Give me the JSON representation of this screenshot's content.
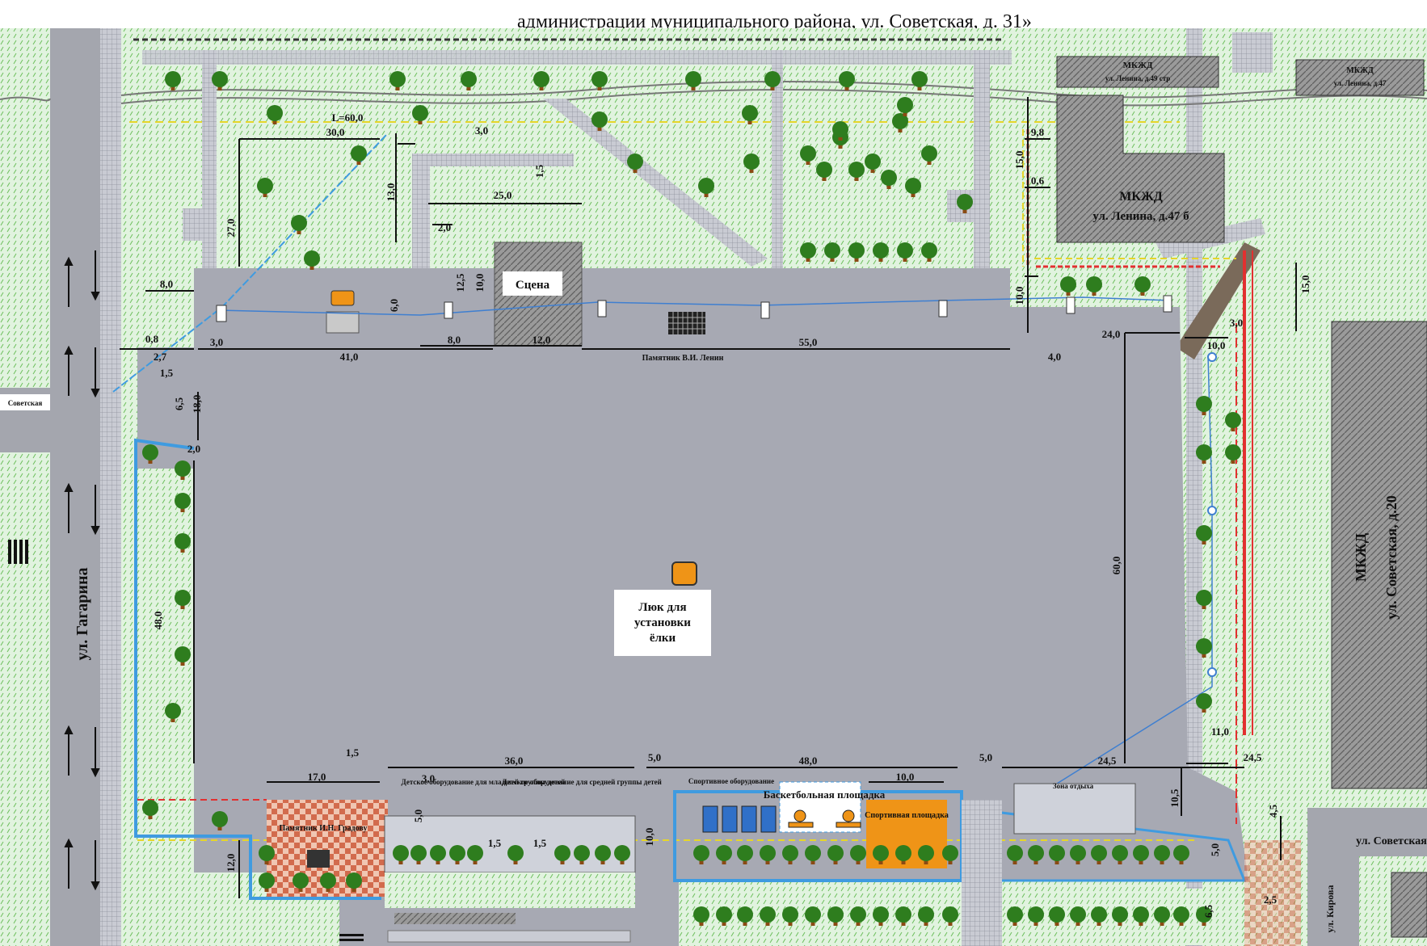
{
  "header": {
    "text": "администрации муниципального района, ул. Советская, д. 31»"
  },
  "labels": {
    "stage": "Сцена",
    "lenin_monument": "Памятник В.И. Ленин",
    "hatch": [
      "Люк для",
      "установки",
      "ёлки"
    ],
    "gagarin_street": "ул. Гагарина",
    "sovetskaya_left": "Советская",
    "sovetskaya_right": "ул. Советская",
    "kirova": "ул. Кирова",
    "mkzhd": "МКЖД",
    "mkzhd_lenina_47": "ул. Ленина, д.47 б",
    "mkzhd_lenina_47_small": "ул. Ленина, д.47",
    "mkzhd_lenina_49": "ул. Ленина, д.49 стр",
    "mkzhd_sovetskaya_20": "ул. Советская, д.20",
    "kids_young": "Детское оборудование для младшей группы детей",
    "kids_mid": "Детское оборудование для средней группы детей",
    "sport_equip": "Спортивное оборудование",
    "basketball": "Баскетбольная площадка",
    "sport_ground": "Спортивная площадка",
    "rest_zone": "Зона отдыха",
    "monument_gradov": "Памятник И.Н. Градову"
  },
  "dimensions": {
    "d_L60": "L=60,0",
    "d_30": "30,0",
    "d_3a": "3,0",
    "d_1_5a": "1,5",
    "d_13": "13,0",
    "d_25": "25,0",
    "d_2": "2,0",
    "d_27": "27,0",
    "d_8a": "8,0",
    "d_6": "6,0",
    "d_12_5": "12,5",
    "d_10a": "10,0",
    "d_8b": "8,0",
    "d_12": "12,0",
    "d_55": "55,0",
    "d_41": "41,0",
    "d_3b": "3,0",
    "d_0_8": "0,8",
    "d_2_7": "2,7",
    "d_1_5b": "1,5",
    "d_6_5": "6,5",
    "d_18": "18,0",
    "d_2b": "2,0",
    "d_48v": "48,0",
    "d_9_8": "9,8",
    "d_15a": "15,0",
    "d_0_6": "0,6",
    "d_10b": "10,0",
    "d_15b": "15,0",
    "d_3c": "3,0",
    "d_4": "4,0",
    "d_24": "24,0",
    "d_10c": "10,0",
    "d_60": "60,0",
    "d_11": "11,0",
    "d_1_5c": "1,5",
    "d_36": "36,0",
    "d_5a": "5,0",
    "d_48h": "48,0",
    "d_5b": "5,0",
    "d_24_5a": "24,5",
    "d_24_5b": "24,5",
    "d_17": "17,0",
    "d_3d": "3,0",
    "d_5c": "5,0",
    "d_10d": "10,0",
    "d_10e": "10,0",
    "d_10_5": "10,5",
    "d_4_5": "4,5",
    "d_5d": "5,0",
    "d_12b": "12,0",
    "d_1_5d": "1,5",
    "d_1_5e": "1,5",
    "d_2_5": "2,5",
    "d_6_5b": "6,5"
  },
  "colors": {
    "plaza": "#a7a9b3",
    "grass": "#d9efd9",
    "tree_crown": "#2e7d1e",
    "tree_trunk": "#8a4b14",
    "building": "#8f8f8f",
    "dim_line": "#111111",
    "boundary_blue": "#3f9be0",
    "accent_orange": "#ef9417",
    "border_red": "#e23030",
    "border_yellow": "#e6d62a"
  }
}
